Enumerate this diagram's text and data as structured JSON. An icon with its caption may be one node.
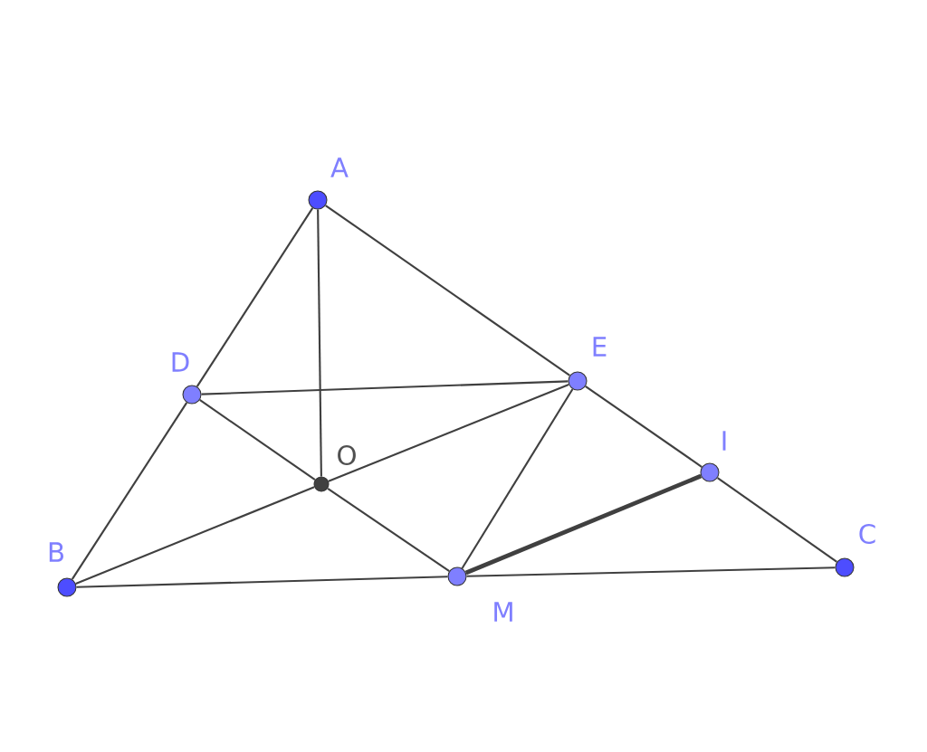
{
  "diagram": {
    "nodes": [
      {
        "text": [
          "A"
        ]
      },
      {
        "text": [
          "B"
        ]
      },
      {
        "text": [
          "C"
        ]
      },
      {
        "text": [
          "D"
        ]
      },
      {
        "text": [
          "E"
        ]
      },
      {
        "text": [
          "I"
        ]
      },
      {
        "text": [
          "M"
        ]
      },
      {
        "text": [
          "O"
        ]
      }
    ],
    "edges": [
      {
        "from": 0,
        "to": 3,
        "arrow": "none"
      },
      {
        "from": 3,
        "to": 1,
        "arrow": "none"
      },
      {
        "from": 0,
        "to": 4,
        "arrow": "none"
      },
      {
        "from": 4,
        "to": 5,
        "arrow": "none"
      },
      {
        "from": 5,
        "to": 2,
        "arrow": "none"
      },
      {
        "from": 1,
        "to": 6,
        "arrow": "none"
      },
      {
        "from": 6,
        "to": 2,
        "arrow": "none"
      },
      {
        "from": 0,
        "to": 7,
        "arrow": "none"
      },
      {
        "from": 3,
        "to": 4,
        "arrow": "none"
      },
      {
        "from": 3,
        "to": 7,
        "arrow": "none"
      },
      {
        "from": 7,
        "to": 6,
        "arrow": "none"
      },
      {
        "from": 1,
        "to": 7,
        "arrow": "none"
      },
      {
        "from": 7,
        "to": 4,
        "arrow": "none"
      },
      {
        "from": 4,
        "to": 6,
        "arrow": "none"
      },
      {
        "from": 6,
        "to": 5,
        "arrow": "none",
        "style": "thick"
      }
    ]
  }
}
